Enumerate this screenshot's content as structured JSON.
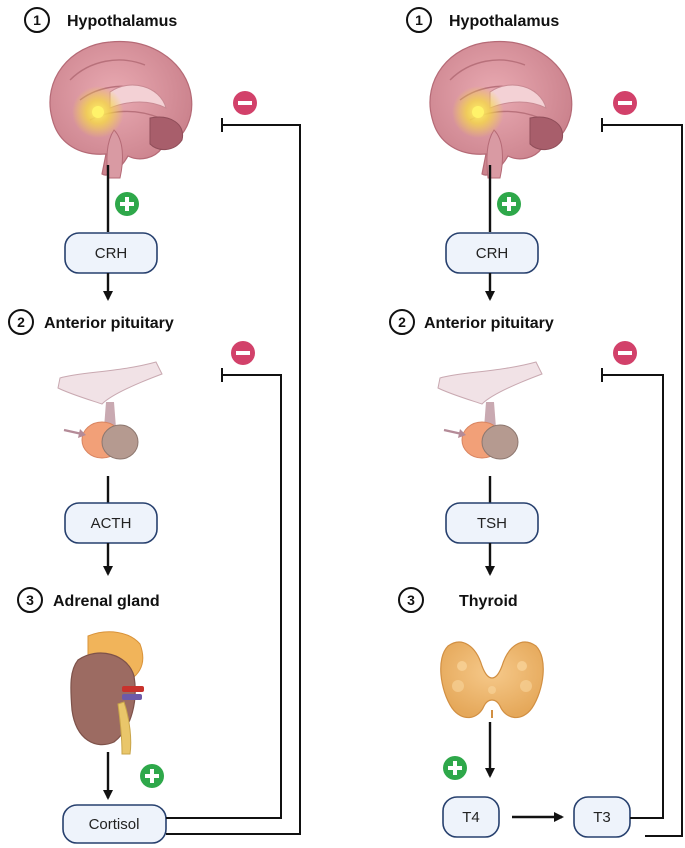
{
  "left_axis": {
    "step1": {
      "number": "1",
      "label": "Hypothalamus"
    },
    "hormone1": "CRH",
    "step2": {
      "number": "2",
      "label": "Anterior pituitary"
    },
    "hormone2": "ACTH",
    "step3": {
      "number": "3",
      "label": "Adrenal gland"
    },
    "output": "Cortisol"
  },
  "right_axis": {
    "step1": {
      "number": "1",
      "label": "Hypothalamus"
    },
    "hormone1": "CRH",
    "step2": {
      "number": "2",
      "label": "Anterior pituitary"
    },
    "hormone2": "TSH",
    "step3": {
      "number": "3",
      "label": "Thyroid"
    },
    "output1": "T4",
    "output2": "T3"
  },
  "colors": {
    "stimulation": "#2ea84a",
    "inhibition": "#d2416a",
    "pill_fill": "#eef3fb",
    "pill_border": "#27406e"
  },
  "icons": {
    "stimulation": "plus-circle-icon",
    "inhibition": "minus-circle-icon",
    "organs": [
      "brain-icon",
      "pituitary-icon",
      "adrenal-kidney-icon",
      "thyroid-icon"
    ]
  }
}
